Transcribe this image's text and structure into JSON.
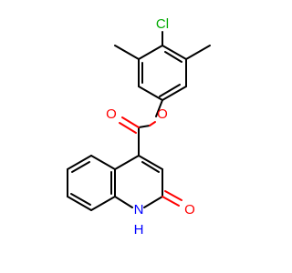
{
  "molecule": {
    "atom_labels": {
      "chlorine": "Cl",
      "ester_carbonyl_oxygen": "O",
      "ester_ether_oxygen": "O",
      "lactam_oxygen": "O",
      "ring_nitrogen": "N",
      "nitrogen_hydrogen": "H"
    },
    "colors": {
      "bond": "#000000",
      "carbon": "#000000",
      "oxygen": "#ff0000",
      "nitrogen": "#0000ff",
      "chlorine": "#00aa00",
      "hydrogen": "#0000ff"
    }
  }
}
